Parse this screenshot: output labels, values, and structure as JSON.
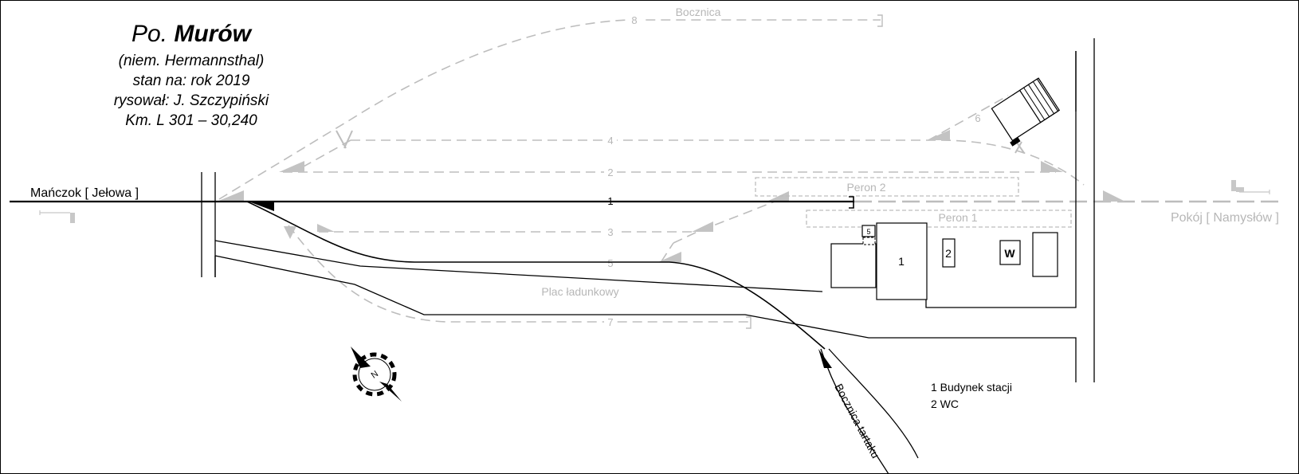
{
  "title": {
    "prefix": "Po.",
    "name": "Murów",
    "german_name": "(niem. Hermannsthal)",
    "state": "stan na: rok 2019",
    "author": "rysował: J. Szczypiński",
    "km": "Km. L 301 – 30,240"
  },
  "directions": {
    "west": "Mańczok [ Jełowa ]",
    "east": "Pokój [ Namysłów ]"
  },
  "tracks": {
    "t1": "1",
    "t2": "2",
    "t3": "3",
    "t4": "4",
    "t5": "5",
    "t6": "6",
    "t7": "7",
    "t8": "8"
  },
  "labels": {
    "siding_top": "Bocznica",
    "platform_2": "Peron 2",
    "platform_1": "Peron 1",
    "loading_yard": "Plac ładunkowy",
    "sawmill_siding": "Bocznica tartaku"
  },
  "buildings": {
    "b1": "1",
    "b2": "2",
    "bw": "W",
    "b5": "5"
  },
  "compass": {
    "letter": "N"
  },
  "legend": {
    "item1": "1 Budynek stacji",
    "item2": "2 WC"
  },
  "colors": {
    "active_track": "#000000",
    "inactive_track": "#bdbdbd",
    "background": "#ffffff"
  }
}
